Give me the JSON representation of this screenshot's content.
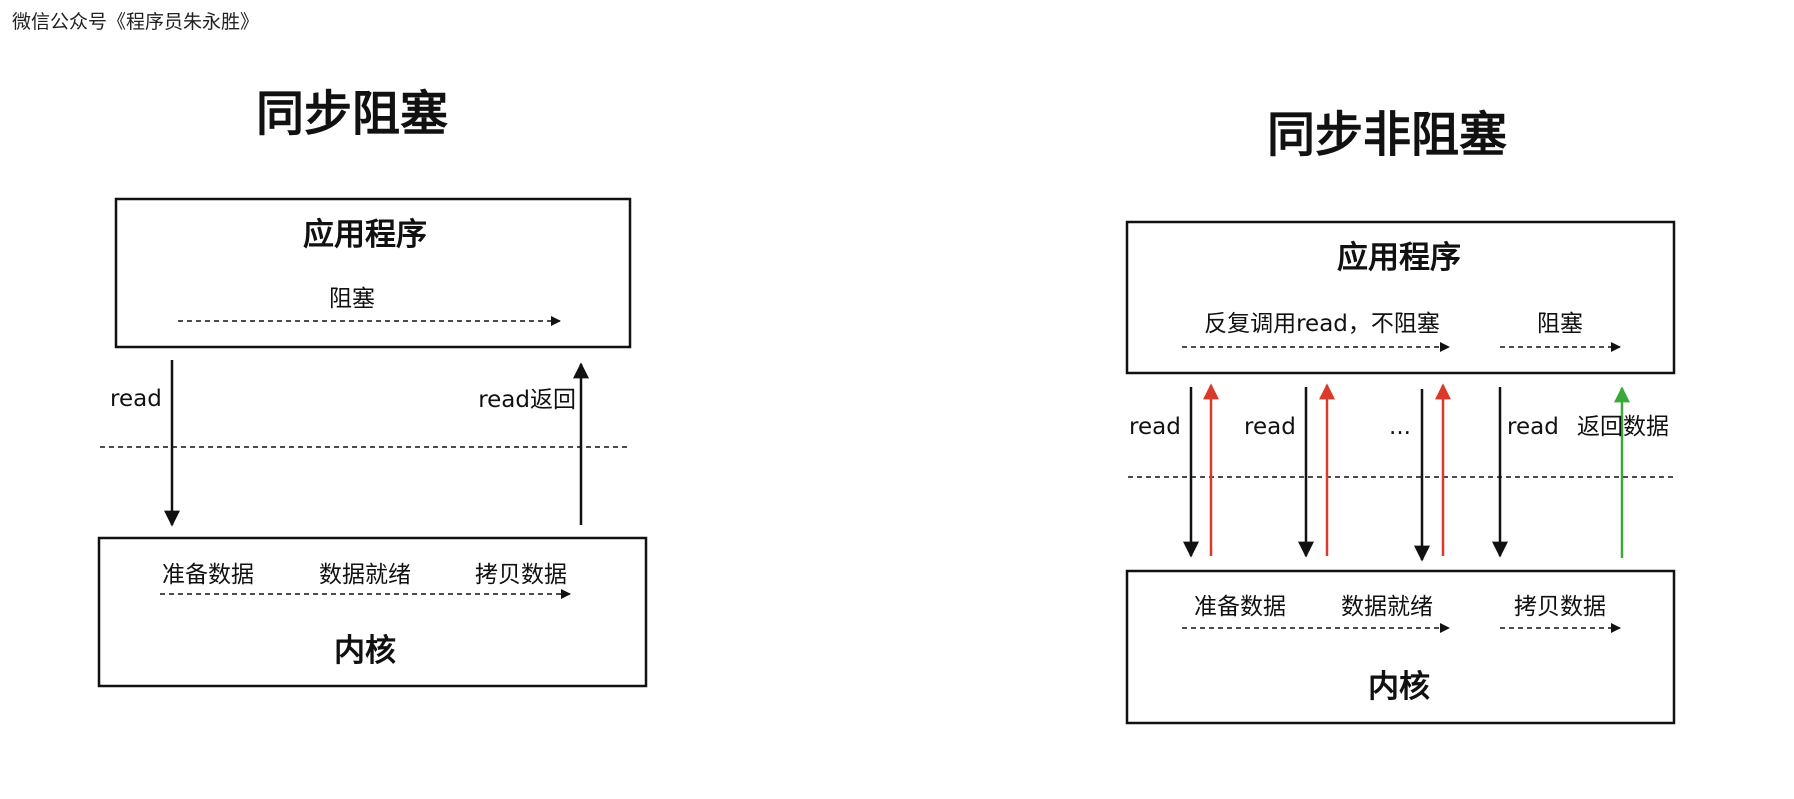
{
  "watermark": "微信公众号《程序员朱永胜》",
  "colors": {
    "ink": "#111111",
    "return_red": "#d93a2b",
    "return_green": "#3aa83a"
  },
  "left": {
    "title": "同步阻塞",
    "app_label": "应用程序",
    "app_block_label": "阻塞",
    "read_label": "read",
    "return_label": "read返回",
    "kernel_label": "内核",
    "steps": [
      "准备数据",
      "数据就绪",
      "拷贝数据"
    ]
  },
  "right": {
    "title": "同步非阻塞",
    "app_label": "应用程序",
    "app_poll_label": "反复调用read，不阻塞",
    "app_block_label": "阻塞",
    "read_labels": [
      "read",
      "read",
      "...",
      "read"
    ],
    "return_label": "返回数据",
    "kernel_label": "内核",
    "steps": [
      "准备数据",
      "数据就绪",
      "拷贝数据"
    ]
  }
}
